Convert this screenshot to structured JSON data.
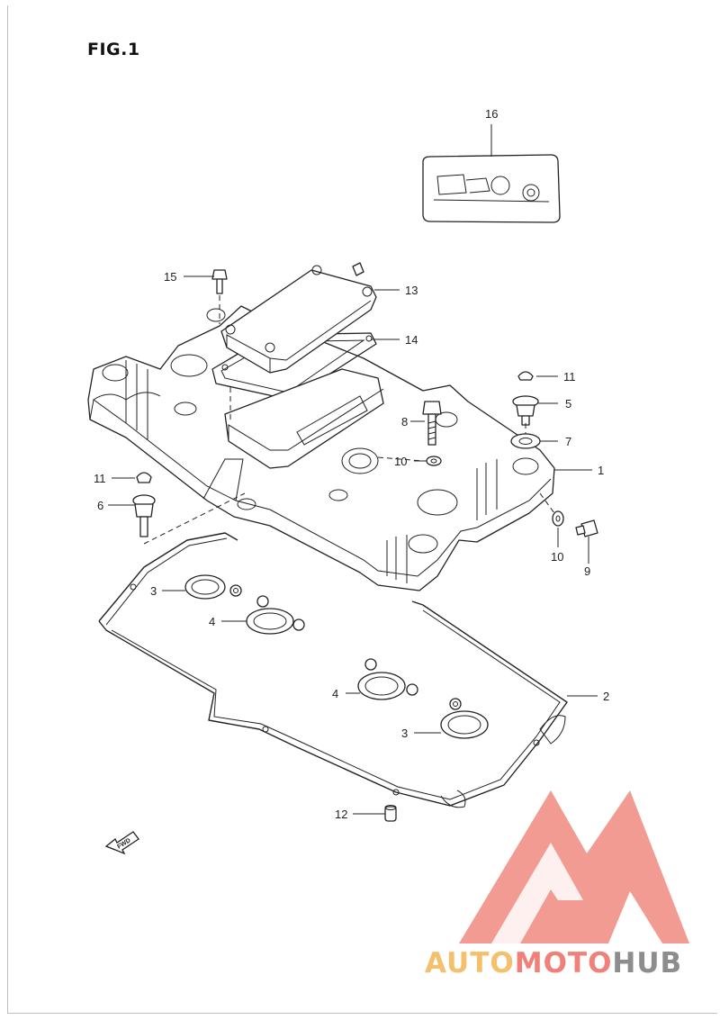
{
  "figure": {
    "title": "FIG.1"
  },
  "callouts": [
    {
      "id": "c1",
      "label": "1"
    },
    {
      "id": "c2",
      "label": "2"
    },
    {
      "id": "c3a",
      "label": "3"
    },
    {
      "id": "c3b",
      "label": "3"
    },
    {
      "id": "c4a",
      "label": "4"
    },
    {
      "id": "c4b",
      "label": "4"
    },
    {
      "id": "c5",
      "label": "5"
    },
    {
      "id": "c6",
      "label": "6"
    },
    {
      "id": "c7",
      "label": "7"
    },
    {
      "id": "c8",
      "label": "8"
    },
    {
      "id": "c9",
      "label": "9"
    },
    {
      "id": "c10a",
      "label": "10"
    },
    {
      "id": "c10b",
      "label": "10"
    },
    {
      "id": "c11a",
      "label": "11"
    },
    {
      "id": "c11b",
      "label": "11"
    },
    {
      "id": "c12",
      "label": "12"
    },
    {
      "id": "c13",
      "label": "13"
    },
    {
      "id": "c14",
      "label": "14"
    },
    {
      "id": "c15",
      "label": "15"
    },
    {
      "id": "c16",
      "label": "16"
    }
  ],
  "direction_marker": {
    "label": "FWD"
  },
  "watermark": {
    "part_1": "AUTO",
    "part_2": "MOTO",
    "part_3": "HUB",
    "colors": {
      "yellow": "#f4c06b",
      "red": "#f0807a",
      "gray": "#8d8d8d"
    }
  }
}
